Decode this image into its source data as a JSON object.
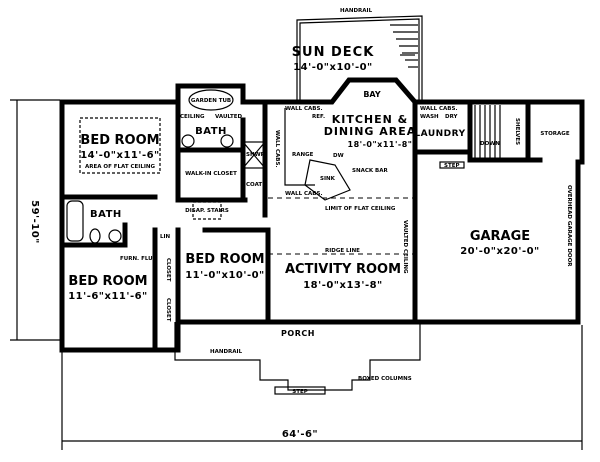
{
  "rooms": {
    "sun_deck": {
      "name": "SUN DECK",
      "size": "14'-0\"x10'-0\""
    },
    "kitchen": {
      "name1": "KITCHEN &",
      "name2": "DINING AREA",
      "size": "18'-0\"x11'-8\""
    },
    "master_bed": {
      "name": "BED ROOM",
      "size": "14'-0\"x11'-6\""
    },
    "bed2": {
      "name": "BED ROOM",
      "size": "11'-0\"x10'-0\""
    },
    "bed3": {
      "name": "BED ROOM",
      "size": "11'-6\"x11'-6\""
    },
    "activity": {
      "name": "ACTIVITY ROOM",
      "size": "18'-0\"x13'-8\""
    },
    "garage": {
      "name": "GARAGE",
      "size": "20'-0\"x20'-0\""
    },
    "porch": "PORCH",
    "laundry": "LAUNDRY",
    "storage": "STORAGE",
    "bath1": "BATH",
    "bath2": "BATH",
    "walkin": "WALK-IN CLOSET",
    "bay": "BAY"
  },
  "notes": {
    "handrail": "HANDRAIL",
    "handrail2": "HANDRAIL",
    "garden_tub": "GARDEN TUB",
    "vaulted": "VAULTED",
    "ceiling": "CEILING",
    "area_of_flat_ceiling": "AREA OF FLAT CEILING",
    "shwr": "SHWR.",
    "coats": "COATS",
    "wall_cabs": "WALL CABS.",
    "ref": "REF.",
    "range": "RANGE",
    "snack_bar": "SNACK BAR",
    "dw": "DW",
    "sink": "SINK",
    "wash": "WASH",
    "dry": "DRY",
    "down": "DOWN",
    "shelves": "SHELVES",
    "step": "STEP",
    "disap_stairs": "DISAP. STAIRS",
    "limit_flat_ceiling": "LIMIT OF FLAT CEILING",
    "ridge_line": "RIDGE LINE",
    "vaulted_ceiling": "VAULTED CEILING",
    "lin": "LIN",
    "furn_flue": "FURN. FLUE",
    "closet": "CLOSET",
    "boxed_column": "BOXED COLUMNS",
    "garage_door": "OVERHEAD GARAGE DOOR"
  },
  "dimensions": {
    "depth": "59'-10\"",
    "width": "64'-6\""
  }
}
